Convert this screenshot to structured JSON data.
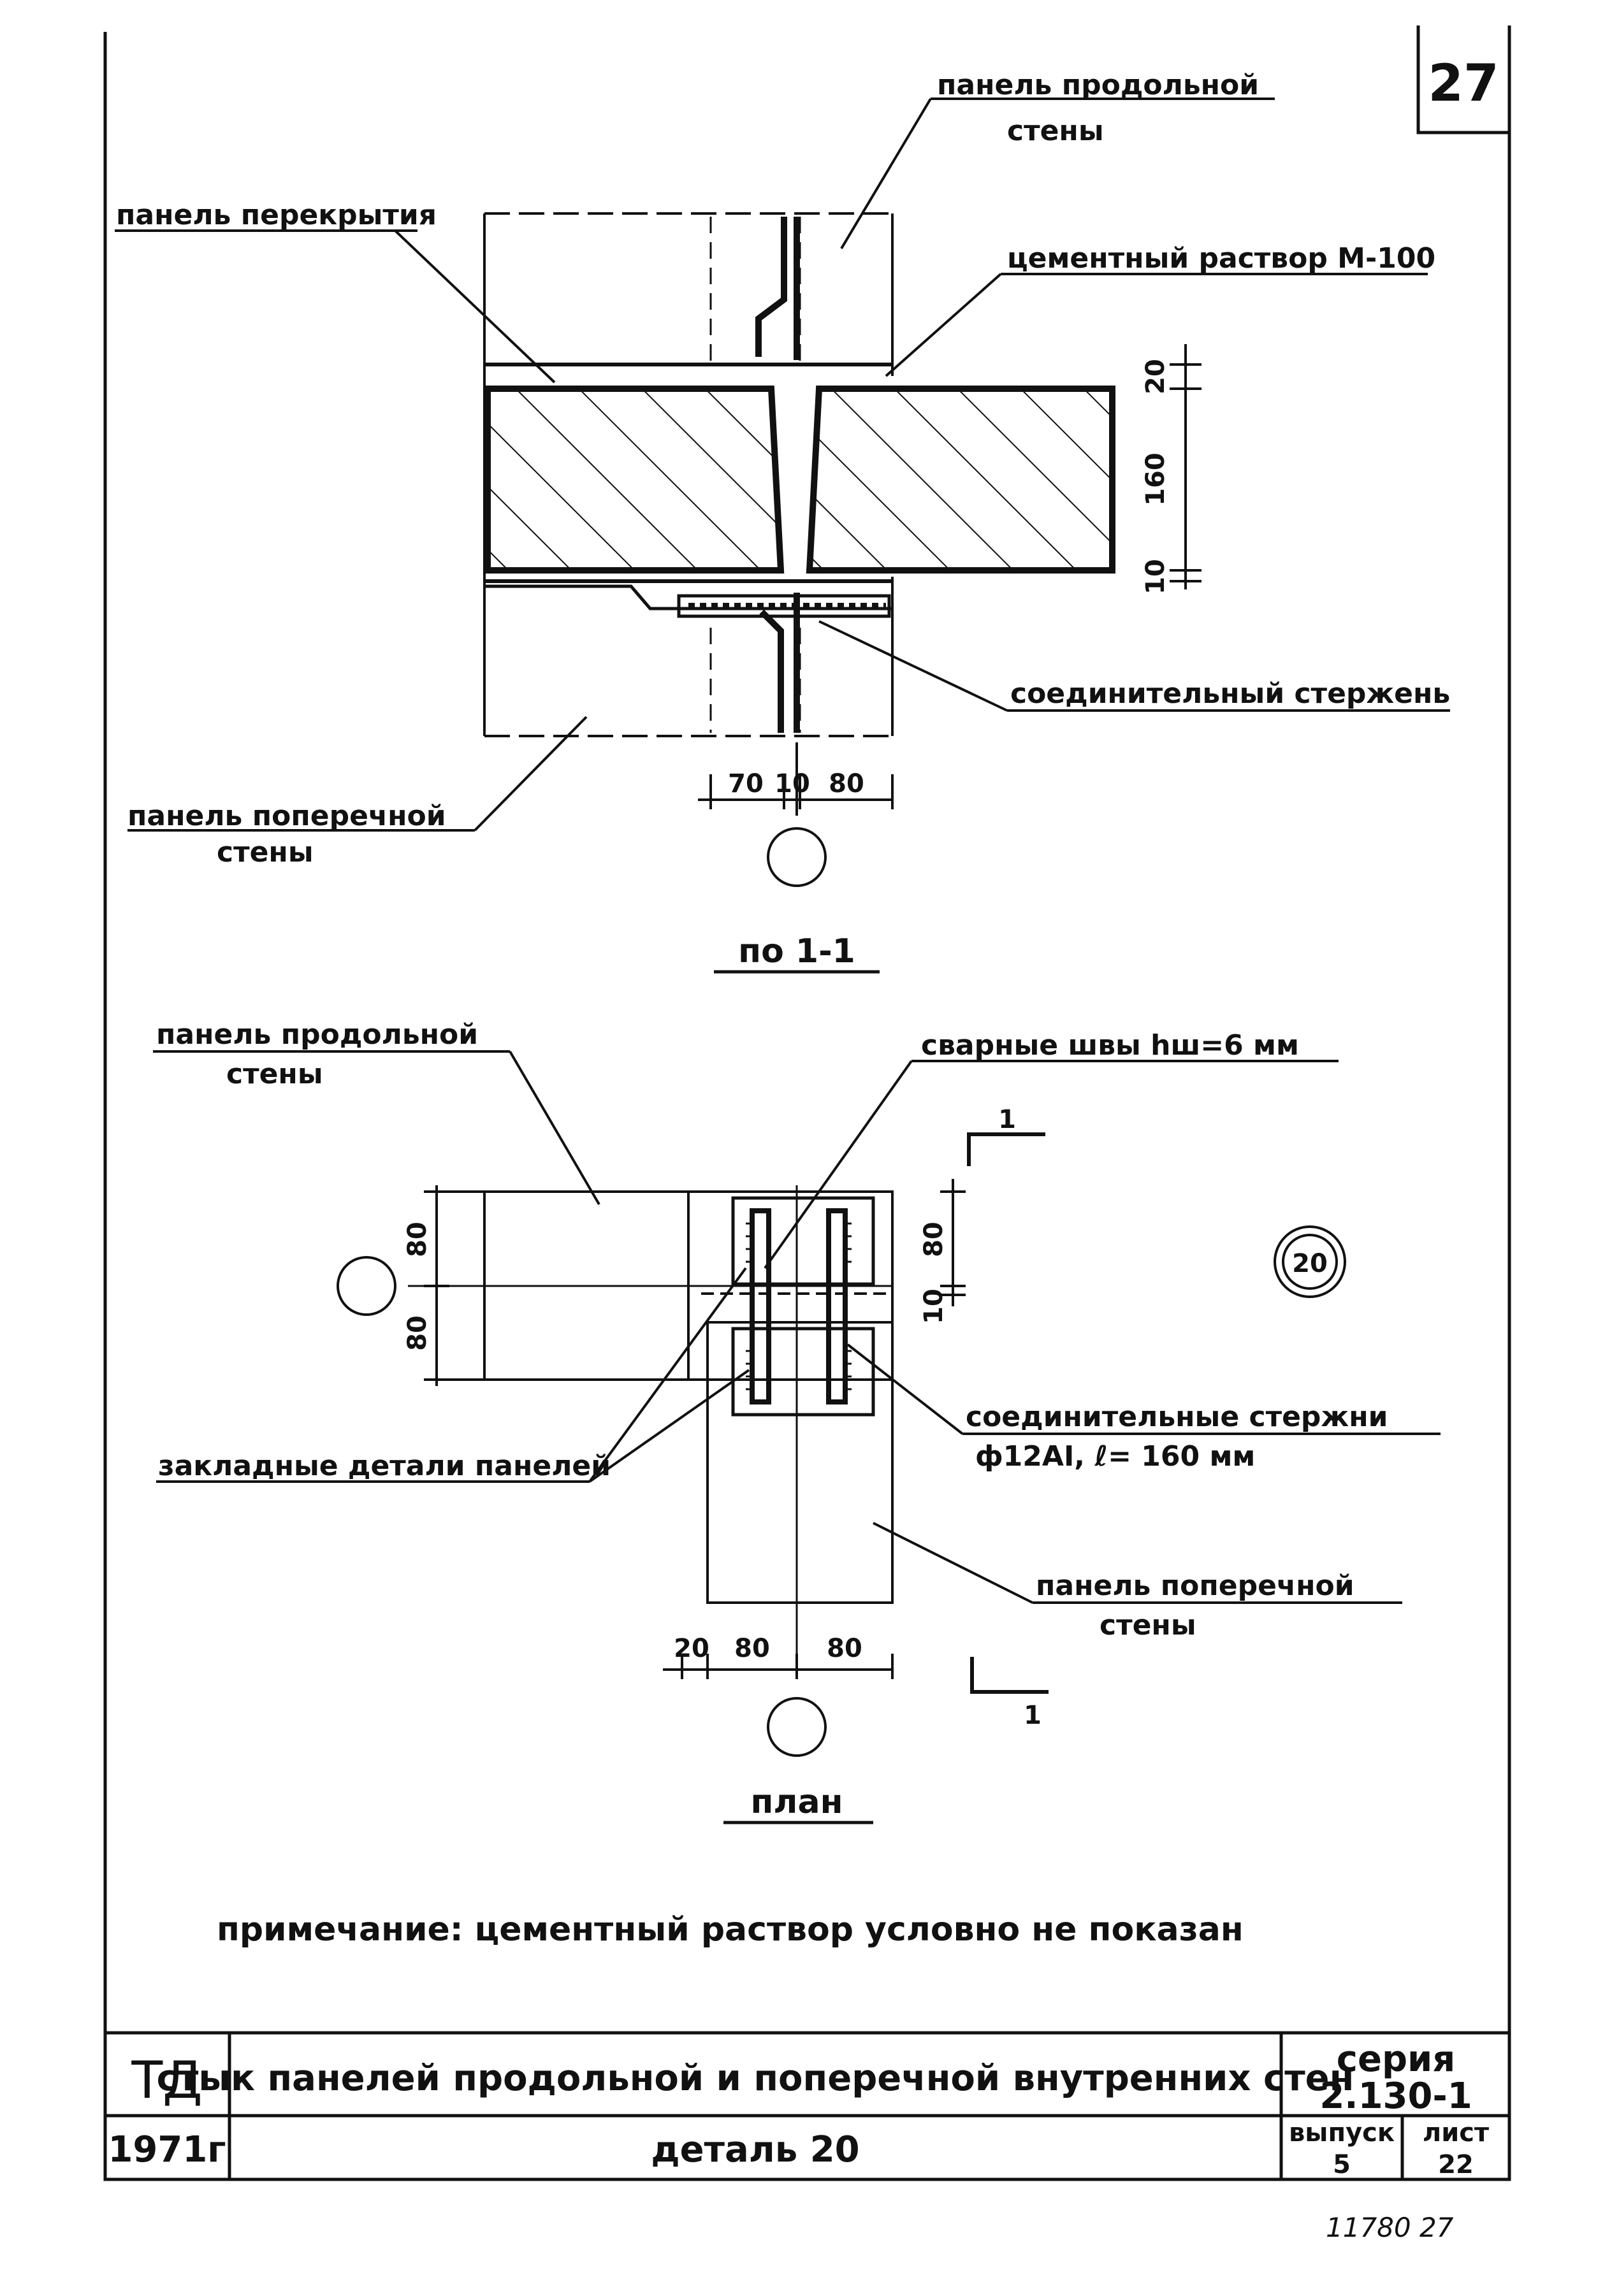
{
  "sheet_number": "27",
  "section": {
    "labels": {
      "long_wall_1": "панель продольной",
      "long_wall_2": "стены",
      "slab": "панель перекрытия",
      "mortar": "цементный раствор М-100",
      "rod": "соединительный стержень",
      "cross_wall_1": "панель поперечной",
      "cross_wall_2": "стены"
    },
    "dims_vertical": [
      "20",
      "160",
      "10"
    ],
    "dims_horizontal": [
      "70",
      "10",
      "80"
    ],
    "title": "по 1-1"
  },
  "plan": {
    "labels": {
      "long_wall_1": "панель продольной",
      "long_wall_2": "стены",
      "welds": "сварные швы hш=6 мм",
      "rods_1": "соединительные стержни",
      "rods_2": "ф12АI, ℓ= 160 мм",
      "embedded": "закладные детали панелей",
      "cross_wall_1": "панель поперечной",
      "cross_wall_2": "стены"
    },
    "dims_left": [
      "80",
      "80"
    ],
    "dims_right": [
      "80",
      "10"
    ],
    "dims_bottom": [
      "20",
      "80",
      "80"
    ],
    "cut_mark": "1",
    "detail_number": "20",
    "title": "план"
  },
  "note": "примечание: цементный раствор условно не показан",
  "title_block": {
    "org": "ТД",
    "year": "1971г",
    "title": "стык панелей продольной и поперечной внутренних стен",
    "subtitle": "деталь 20",
    "series_label": "серия",
    "series_value": "2.130-1",
    "issue_label": "выпуск",
    "issue_value": "5",
    "sheet_label": "лист",
    "sheet_value": "22"
  },
  "footer_handwritten": "11780   27",
  "colors": {
    "ink": "#111111",
    "paper": "#ffffff"
  }
}
